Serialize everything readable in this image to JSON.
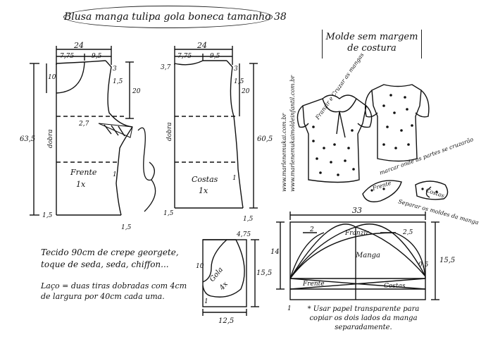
{
  "title": "Blusa manga tulipa gola boneca tamanho 38",
  "note_box": "Molde sem margem de costura",
  "website_1": "www.marlenemukai.com.br",
  "website_2": "www.marlenemukaimoldeinfantil.com.br",
  "front": {
    "label": "Frente",
    "qty": "1x",
    "dobra": "dobra",
    "width": "24",
    "seg1": "7,75",
    "seg2": "9,5",
    "right_top": "3",
    "armhole_depth": "20",
    "side_offset": "1,5",
    "neck_depth": "10",
    "height": "63,5",
    "bust_dart": "2,7",
    "bottom_offset": "1,5",
    "waist_offset": "1",
    "hem_offset": "1,5"
  },
  "back": {
    "label": "Costas",
    "qty": "1x",
    "dobra": "dobra",
    "width": "24",
    "seg1": "7,75",
    "seg2": "9,5",
    "neck_rise": "3,7",
    "right_top": "3",
    "armhole_depth": "20",
    "side_offset": "1,5",
    "height": "60,5",
    "waist_offset": "1",
    "hem_offset_left": "1,5",
    "hem_offset_right": "1,5"
  },
  "collar": {
    "label": "Gola",
    "qty": "4x",
    "height": "10",
    "width": "12,5",
    "total_height": "15,5",
    "offset": "4,75",
    "bottom_offset": "1"
  },
  "sleeve": {
    "width": "33",
    "height_left": "14",
    "height_right": "15,5",
    "franzir": "Franzir",
    "manga": "Manga",
    "frente": "Frente",
    "costas": "Costas",
    "left_mark": "2",
    "right_mark": "2,5",
    "side_mark": "0,5",
    "bottom_mark": "1"
  },
  "fabric_text": "Tecido 90cm de crepe georgete, toque de seda, seda, chiffon...",
  "laco_text": "Laço = duas tiras dobradas com 4cm de largura por 40cm cada uma.",
  "sleeve_note": "* Usar papel transparente para copiar os dois lados da manga separadamente.",
  "sketch_note_1": "Franzir e Cruzar as mangas",
  "sketch_note_2": "marcar onde as partes se cruzarão",
  "sketch_note_3": "Separar os moldes da manga",
  "piece_frente": "Frente",
  "piece_costas": "Costas"
}
